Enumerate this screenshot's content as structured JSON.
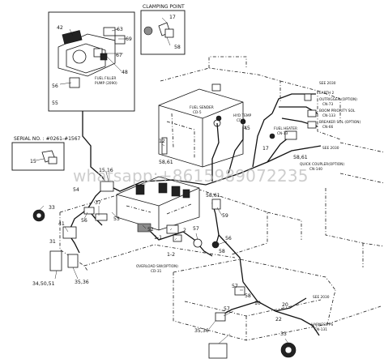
{
  "title_clamping": "CLAMPING POINT",
  "serial_label": "SERIAL NO. : #0261-#1567",
  "watermark": "whatsapp:+8615989072235",
  "callouts": {
    "c42": "42",
    "c63": "63",
    "c69": "69",
    "c67": "67",
    "c48": "48",
    "c56": "56",
    "c55": "55",
    "c17a": "17",
    "c58a": "58",
    "c15": "15",
    "c1516": "15,16",
    "c54": "54",
    "c33a": "33",
    "c41": "41",
    "c37": "37",
    "c56b": "56",
    "c52": "52",
    "c53": "53",
    "c1_1": "1-1",
    "c1_2": "1-2",
    "c2": "2",
    "c31": "31",
    "c3450": "34,50,51",
    "c3536a": "35,36",
    "c59": "59",
    "c57a": "57",
    "c56c": "56",
    "c58b": "58",
    "c12": "12",
    "c5861a": "58,61",
    "c5861b": "58,61",
    "c5861c": "58,61",
    "c17b": "17",
    "c57b": "57",
    "c57c": "57",
    "c58c": "58",
    "c33b": "33",
    "c3536b": "35,36",
    "c45": "45",
    "c10": "10",
    "c20": "20",
    "c22": "22"
  },
  "labels": {
    "fuel_filler": "FUEL FILLER",
    "fuel_filler_pump": "PUMP (2090)",
    "fuel_sender": "FUEL SENDER",
    "fuel_sender_code": "CD-5",
    "hyd_temp": "HYD TEMP",
    "hyd_temp_code": "CD-1",
    "fuel_heater": "FUEL HEATER",
    "fuel_heater_code": "CN-13",
    "see_2030": "SEE 2030",
    "earth": "EARTH 2",
    "outrigger": "OUTRIGGER (OPTION)",
    "outrigger_code": "CN-73",
    "boom_priority": "BOOM PRIORITY SOL",
    "boom_priority_code": "CN-133",
    "breaker_sol": "BREAKER SOL (OPTION)",
    "breaker_sol_code": "CN-66",
    "see_2030b": "SEE 2030",
    "quick_coupler": "QUICK COUPLER(OPTION)",
    "quick_coupler_code": "CN-140",
    "overload_sw": "OVERLOAD SW(OPTION)",
    "overload_sw_code": "CD-31",
    "see_2030c": "SEE 2030",
    "harness_ps": "HARNESS PS",
    "harness_ps_code": "CN-131"
  }
}
